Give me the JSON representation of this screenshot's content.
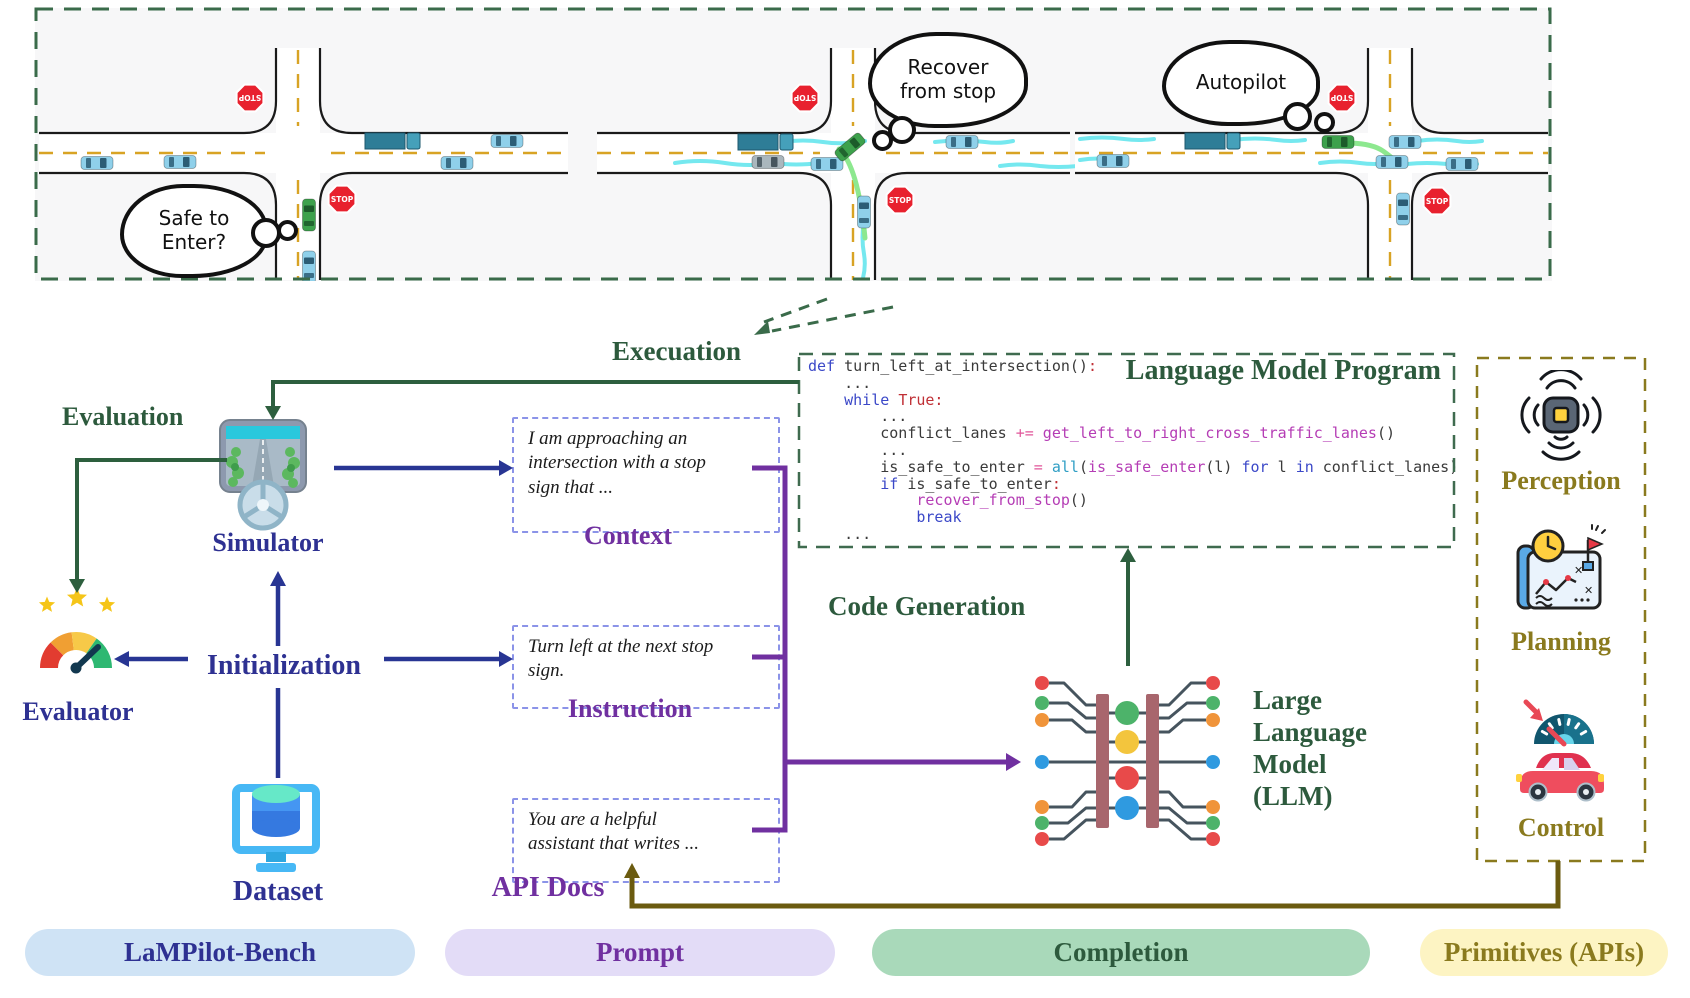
{
  "scenario_panel": {
    "stop_sign_label": "STOP",
    "thought_bubbles": [
      {
        "lines": [
          "Safe to",
          "Enter?"
        ]
      },
      {
        "lines": [
          "Recover",
          "from stop"
        ]
      },
      {
        "lines": [
          "Autopilot"
        ]
      }
    ]
  },
  "flow": {
    "execution_label": "Execuation",
    "evaluation_label": "Evaluation",
    "simulator_label": "Simulator",
    "evaluator_label": "Evaluator",
    "initialization_label": "Initialization",
    "dataset_label": "Dataset",
    "code_generation_label": "Code Generation"
  },
  "prompt": {
    "context": {
      "text": "I am approaching an intersection with a stop sign that ...",
      "label": "Context"
    },
    "instruction": {
      "text": "Turn left at the next stop sign.",
      "label": "Instruction"
    },
    "api_docs": {
      "text": "You are a helpful assistant that writes ...",
      "label": "API Docs"
    }
  },
  "program": {
    "title": "Language Model Program",
    "lines": [
      [
        [
          "kw",
          "def"
        ],
        [
          "pl",
          " turn_left_at_intersection()"
        ],
        [
          "red",
          ":"
        ]
      ],
      [
        [
          "pl",
          "    ..."
        ]
      ],
      [
        [
          "pl",
          "    "
        ],
        [
          "kw",
          "while"
        ],
        [
          "pl",
          " "
        ],
        [
          "red",
          "True:"
        ]
      ],
      [
        [
          "pl",
          "        ..."
        ]
      ],
      [
        [
          "pl",
          "        conflict_lanes "
        ],
        [
          "op",
          "+="
        ],
        [
          "fn",
          " get_left_to_right_cross_traffic_lanes"
        ],
        [
          "pl",
          "()"
        ]
      ],
      [
        [
          "pl",
          "        ..."
        ]
      ],
      [
        [
          "pl",
          "        is_safe_to_enter "
        ],
        [
          "op",
          "="
        ],
        [
          "pl",
          " "
        ],
        [
          "bi",
          "all"
        ],
        [
          "pl",
          "("
        ],
        [
          "fn",
          "is_safe_enter"
        ],
        [
          "pl",
          "(l) "
        ],
        [
          "kw",
          "for"
        ],
        [
          "pl",
          " l "
        ],
        [
          "kw",
          "in"
        ],
        [
          "pl",
          " conflict_lanes)"
        ]
      ],
      [
        [
          "pl",
          "        "
        ],
        [
          "kw",
          "if"
        ],
        [
          "pl",
          " is_safe_to_enter"
        ],
        [
          "red",
          ":"
        ]
      ],
      [
        [
          "pl",
          "            "
        ],
        [
          "fn",
          "recover_from_stop"
        ],
        [
          "pl",
          "()"
        ]
      ],
      [
        [
          "pl",
          "            "
        ],
        [
          "kw",
          "break"
        ]
      ],
      [
        [
          "pl",
          "    ..."
        ]
      ]
    ]
  },
  "llm": {
    "name_lines": [
      "Large",
      "Language",
      "Model",
      "(LLM)"
    ]
  },
  "primitives": {
    "items": [
      "Perception",
      "Planning",
      "Control"
    ]
  },
  "pills": [
    {
      "label": "LaMPilot-Bench",
      "bg": "#cfe3f5",
      "color": "#2e3192"
    },
    {
      "label": "Prompt",
      "bg": "#e3dcf7",
      "color": "#7030a0"
    },
    {
      "label": "Completion",
      "bg": "#a9d9ba",
      "color": "#2d5a3d"
    },
    {
      "label": "Primitives (APIs)",
      "bg": "#fdf4c3",
      "color": "#8a7a1e"
    }
  ],
  "colors": {
    "flow_green": "#2d5f3e",
    "flow_navy": "#283593",
    "flow_purple": "#7030a0",
    "flow_olive": "#6b5b10",
    "label_green": "#2d5a3d",
    "label_navy": "#2e3192",
    "label_purple": "#7030a0",
    "label_olive": "#8a7a1e",
    "stop_sign_red": "#e8212e",
    "trail_cyan": "#6ee7ee",
    "ego_path_green": "#8de88f"
  }
}
